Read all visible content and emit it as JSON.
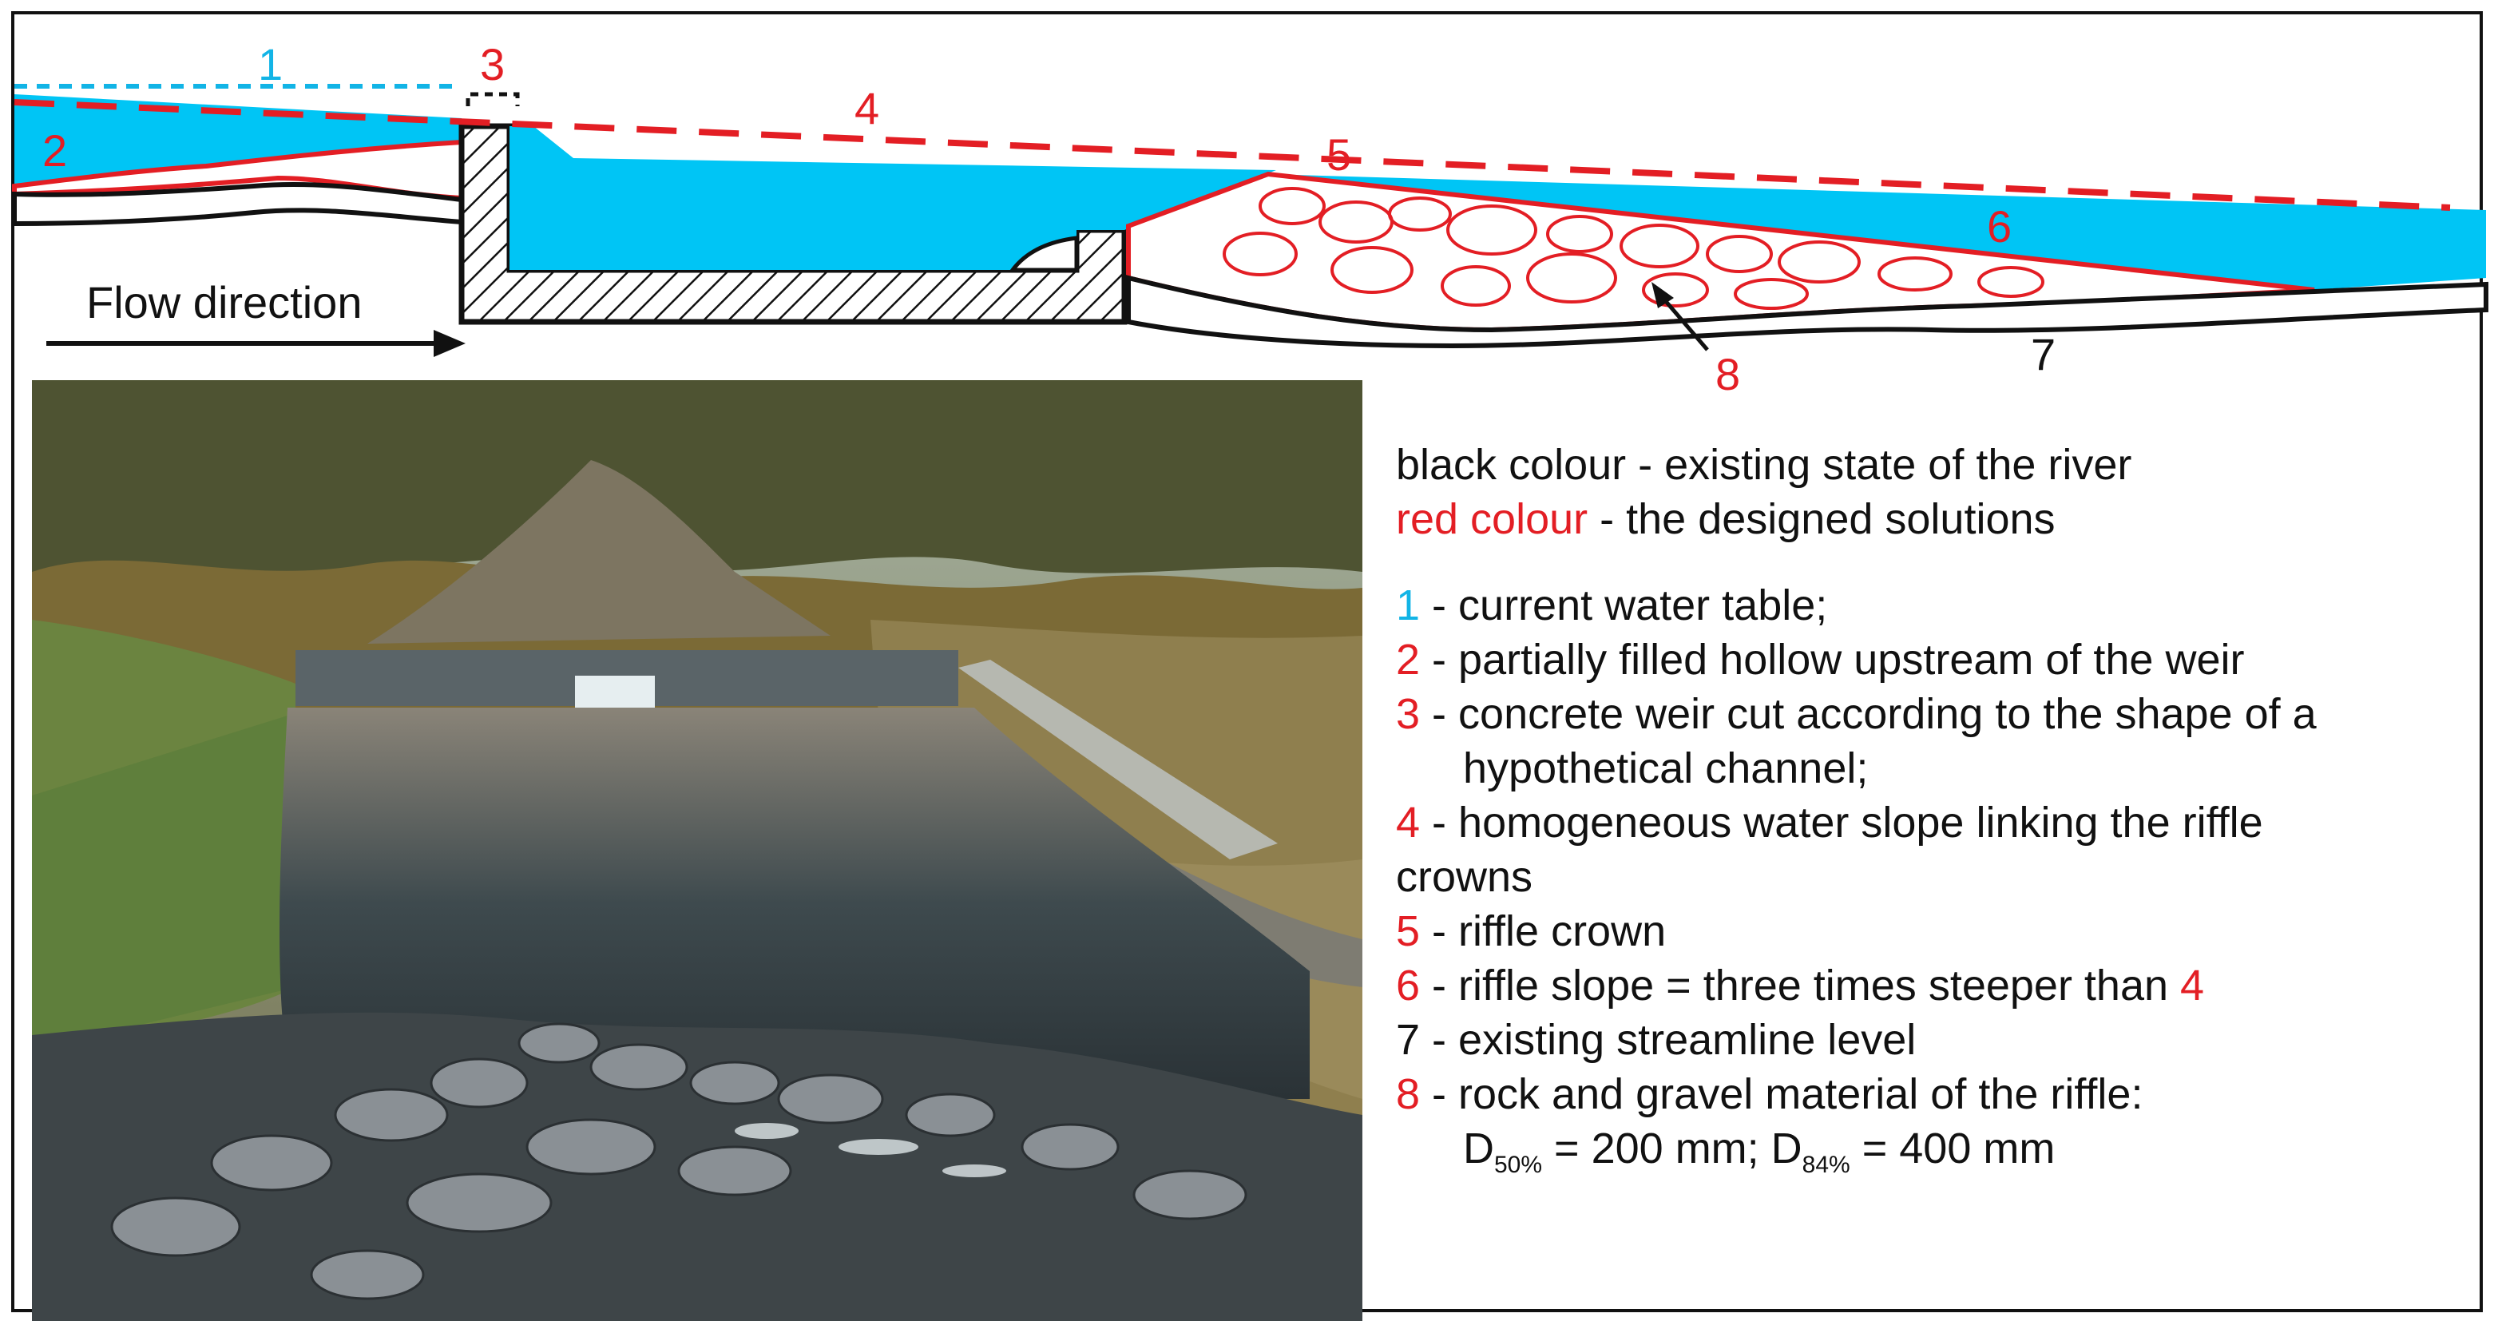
{
  "diagram": {
    "markers": {
      "m1": "1",
      "m2": "2",
      "m3": "3",
      "m4": "4",
      "m5": "5",
      "m6": "6",
      "m7": "7",
      "m8": "8"
    },
    "flow_label": "Flow direction"
  },
  "legend": {
    "black_key": "black colour",
    "black_desc": " - existing state of the river",
    "red_key": "red colour",
    "red_desc": " - the designed solutions",
    "items": [
      {
        "num": "1",
        "text": " - current water table;"
      },
      {
        "num": "2",
        "text": " - partially filled hollow upstream of the weir"
      },
      {
        "num": "3",
        "text": " - concrete weir cut according to the shape of a",
        "cont": "hypothetical channel;"
      },
      {
        "num": "4",
        "text": " - homogeneous water slope linking the riffle",
        "cont": "crowns"
      },
      {
        "num": "5",
        "text": " - riffle crown"
      },
      {
        "num": "6",
        "text": " - riffle slope = three times steeper than ",
        "ref": "4"
      },
      {
        "num": "7",
        "text": " - existing streamline level"
      },
      {
        "num": "8",
        "text": " - rock and gravel material of the riffle:"
      }
    ],
    "d50_base": "D",
    "d50_sub": "50%",
    "d50_value": " = 200 mm; ",
    "d84_base": "D",
    "d84_sub": "84%",
    "d84_value": " = 400 mm"
  },
  "colors": {
    "water": "#00c5f5",
    "design_red": "#e31e24",
    "water_table_cyan": "#12b4e6",
    "outline": "#111111"
  }
}
